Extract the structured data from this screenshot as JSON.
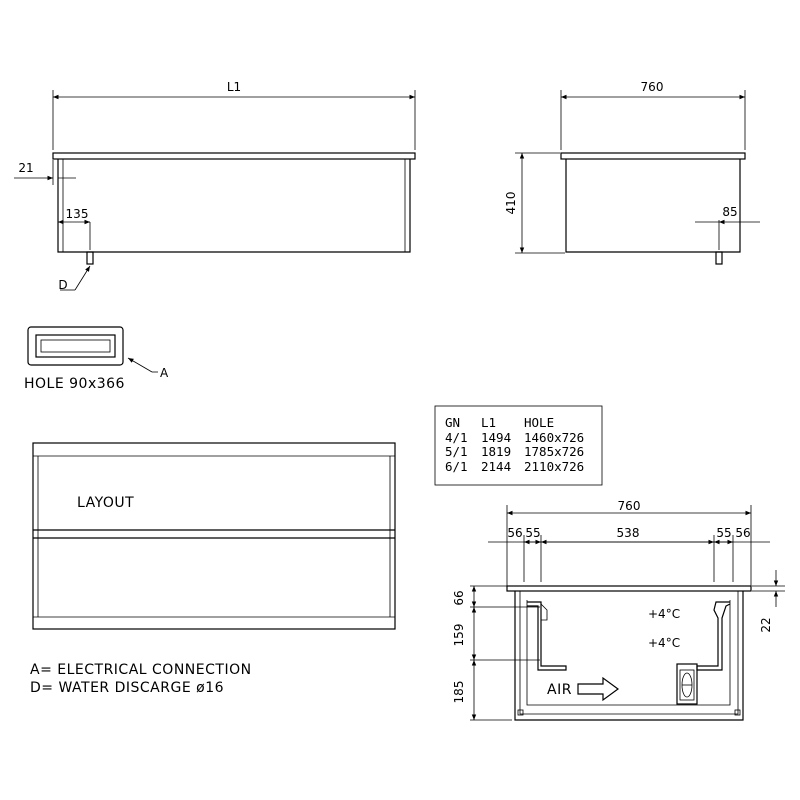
{
  "front_view": {
    "length_label": "L1",
    "rim_label": "21",
    "drain_offset_label": "135",
    "drain_marker": "D"
  },
  "side_view": {
    "width_label": "760",
    "height_label": "410",
    "drain_offset_label": "85"
  },
  "hole": {
    "caption": "HOLE 90x366",
    "marker": "A"
  },
  "table": {
    "headers": [
      "GN",
      "L1",
      "HOLE"
    ],
    "rows": [
      [
        "4/1",
        "1494",
        "1460x726"
      ],
      [
        "5/1",
        "1819",
        "1785x726"
      ],
      [
        "6/1",
        "2144",
        "2110x726"
      ]
    ]
  },
  "layout": {
    "label": "LAYOUT"
  },
  "legend": {
    "line_a": "A= ELECTRICAL CONNECTION",
    "line_d": "D= WATER DISCARGE ø16"
  },
  "section": {
    "total_width": "760",
    "widths": [
      "56",
      "55",
      "538",
      "55",
      "56"
    ],
    "heights": [
      "66",
      "159",
      "185"
    ],
    "rim_height": "22",
    "temp_top": "+4°C",
    "temp_bottom": "+4°C",
    "air_label": "AIR"
  }
}
